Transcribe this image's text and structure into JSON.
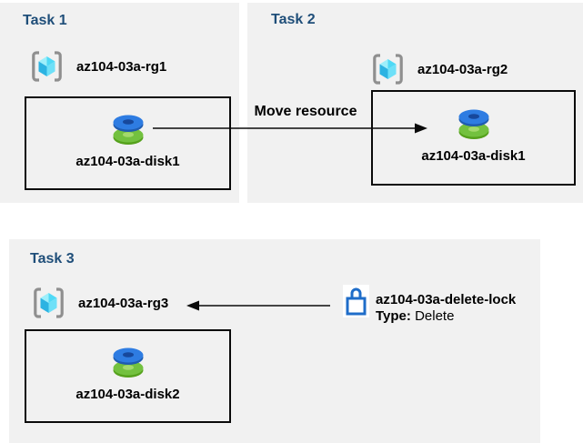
{
  "colors": {
    "panel_bg": "#f1f1f1",
    "task_title": "#1f4e79",
    "label_text": "#000000",
    "arrow": "#0a0a0a",
    "lock_blue": "#1f6dc9"
  },
  "tasks": [
    {
      "title": "Task 1",
      "resource_group": "az104-03a-rg1",
      "resource": "az104-03a-disk1"
    },
    {
      "title": "Task 2",
      "resource_group": "az104-03a-rg2",
      "resource": "az104-03a-disk1"
    },
    {
      "title": "Task 3",
      "resource_group": "az104-03a-rg3",
      "resource": "az104-03a-disk2"
    }
  ],
  "arrows": {
    "move_label": "Move resource"
  },
  "lock": {
    "name": "az104-03a-delete-lock",
    "type_label": "Type:",
    "type_value": "Delete"
  },
  "icons": {
    "resource_group": "resource-group-icon",
    "disk": "managed-disk-icon",
    "lock": "lock-icon"
  }
}
